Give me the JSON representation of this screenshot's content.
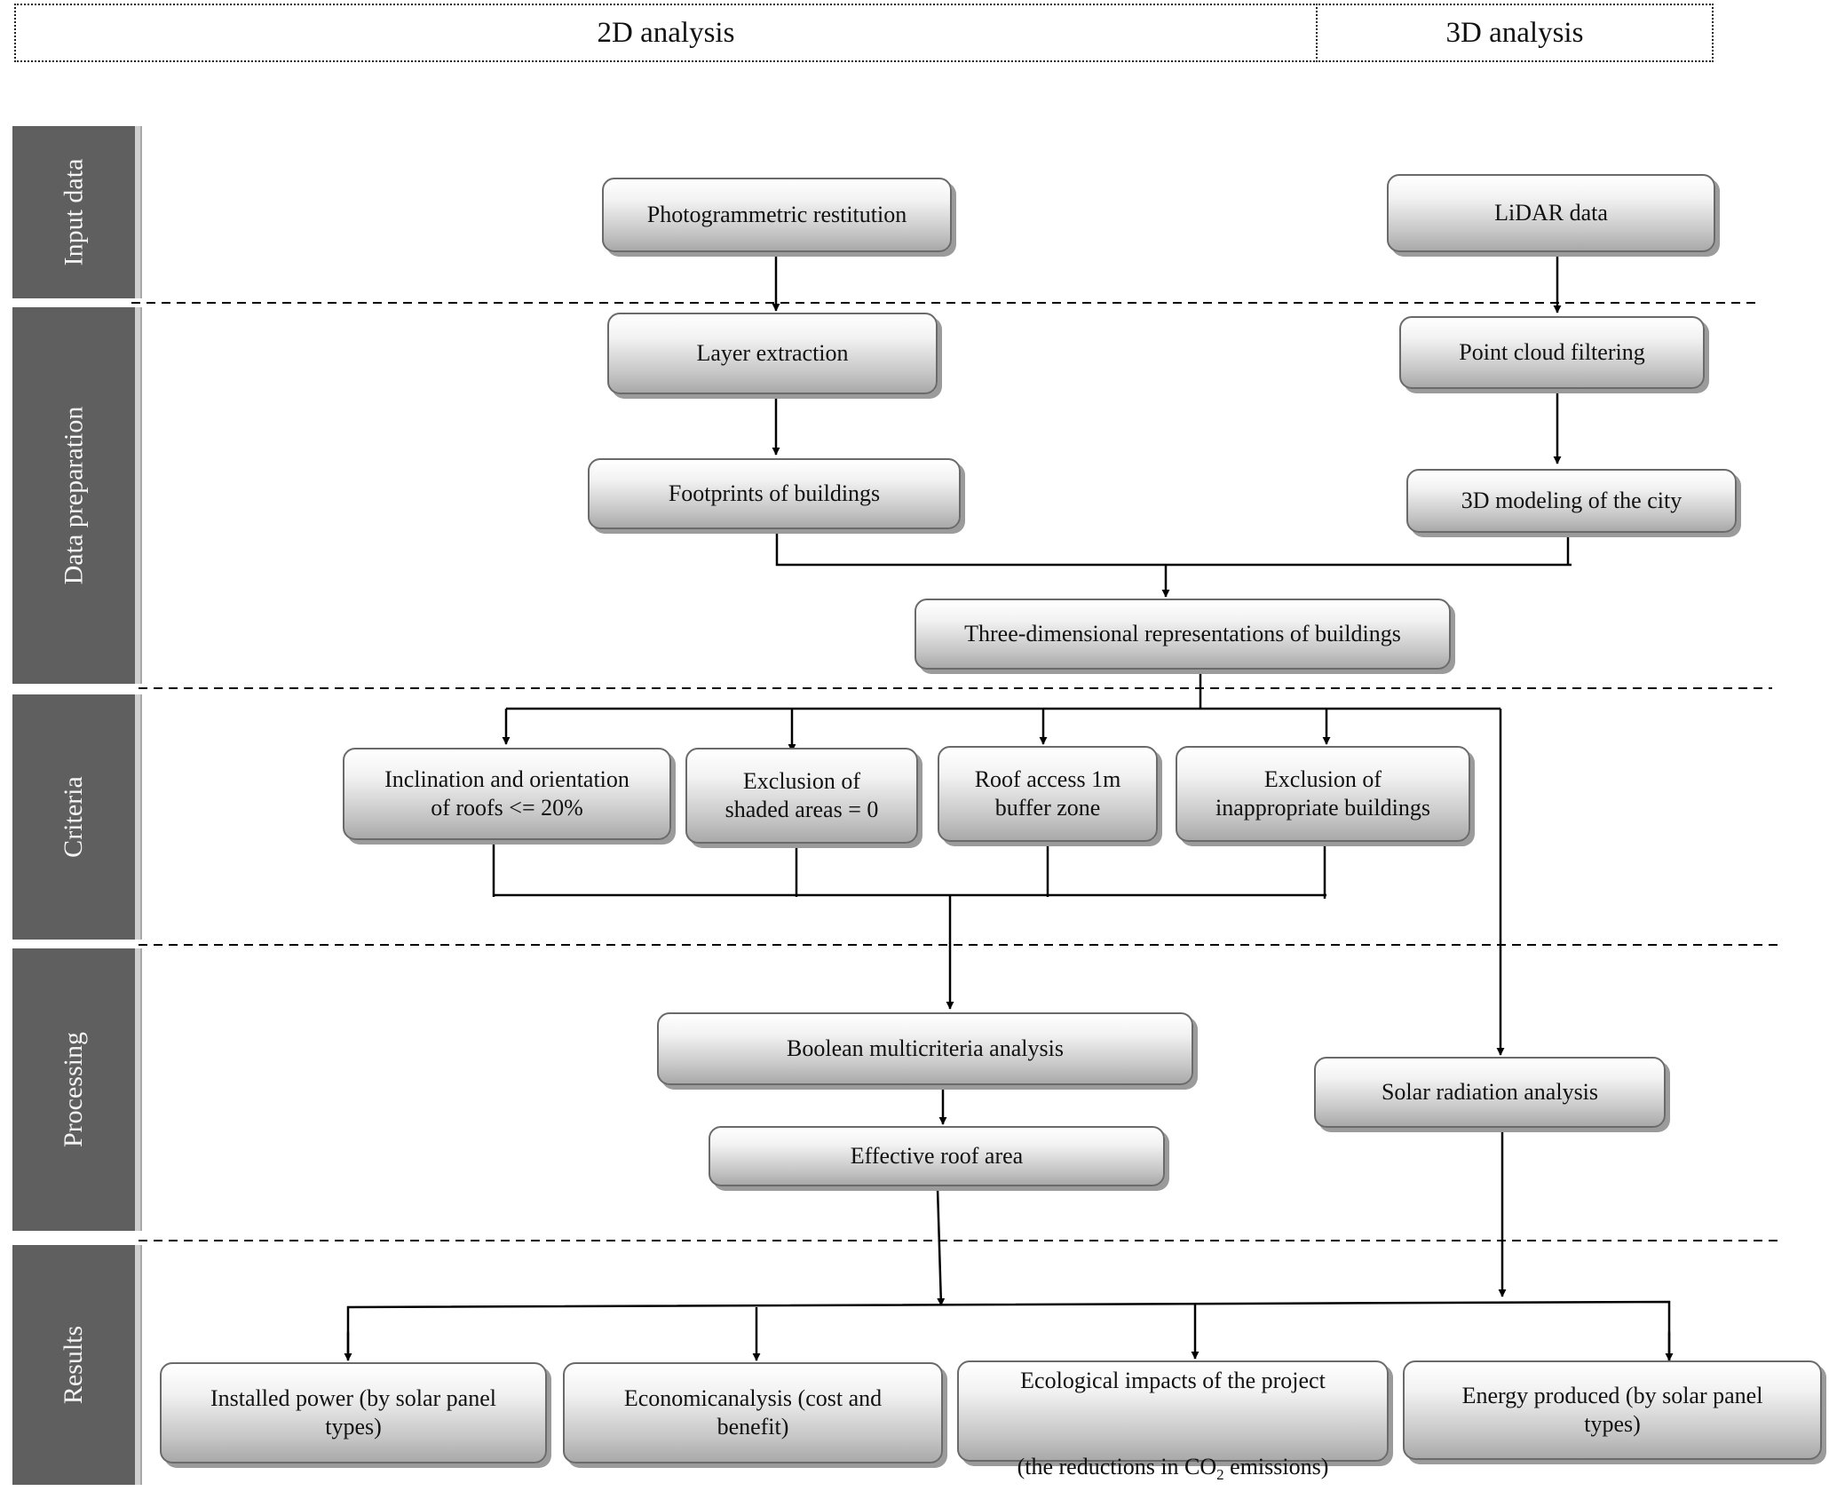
{
  "header": {
    "analysis_2d": "2D analysis",
    "analysis_3d": "3D analysis"
  },
  "lanes": [
    "Input data",
    "Data preparation",
    "Criteria",
    "Processing",
    "Results"
  ],
  "nodes": {
    "photogrammetric": "Photogrammetric restitution",
    "lidar": "LiDAR data",
    "layer_extraction": "Layer extraction",
    "point_cloud": "Point cloud filtering",
    "footprints": "Footprints of buildings",
    "modeling_3d": "3D modeling of the city",
    "three_dim": "Three-dimensional representations of buildings",
    "inclination": "Inclination and orientation\nof roofs <= 20%",
    "shaded": "Exclusion of\nshaded areas = 0",
    "roof_access": "Roof access 1m\nbuffer zone",
    "inappropriate": "Exclusion of\ninappropriate buildings",
    "boolean": "Boolean multicriteria analysis",
    "solar": "Solar radiation analysis",
    "effective": "Effective roof area",
    "installed": "Installed power (by solar panel\ntypes)",
    "economic": "Economicanalysis (cost and\nbenefit)",
    "ecological_1": "Ecological impacts of the project",
    "ecological_2a": "(the reductions in CO",
    "ecological_sub": "2",
    "ecological_2b": " emissions)",
    "energy": "Energy produced (by solar panel\ntypes)"
  }
}
